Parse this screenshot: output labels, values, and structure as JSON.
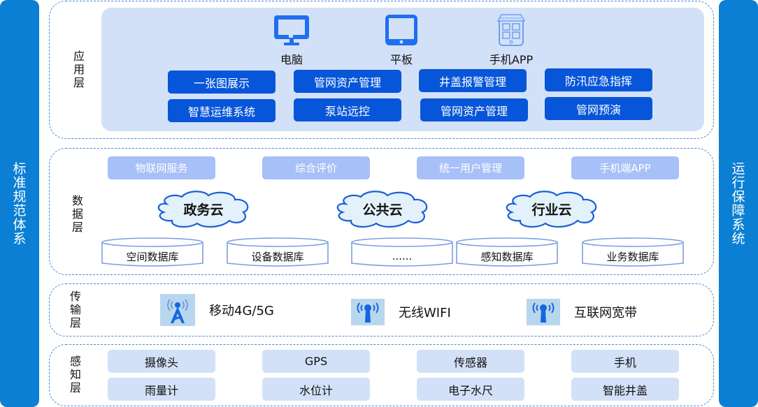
{
  "left_bar": {
    "label": "标准规范体系"
  },
  "right_bar": {
    "label": "运行保障系统"
  },
  "application_layer": {
    "label": "应用层",
    "devices": [
      {
        "icon": "monitor-icon",
        "label": "电脑"
      },
      {
        "icon": "tablet-icon",
        "label": "平板"
      },
      {
        "icon": "mobile-app-icon",
        "label": "手机APP"
      }
    ],
    "buttons_row1": [
      "一张图展示",
      "管网资产管理",
      "井盖报警管理",
      "防汛应急指挥"
    ],
    "buttons_row2": [
      "智慧运维系统",
      "泵站远控",
      "管网资产管理",
      "管网预演"
    ],
    "colors": {
      "panel": "#d3e1f8",
      "button": "#0755d9"
    }
  },
  "data_layer": {
    "label": "数据层",
    "services": [
      "物联网服务",
      "综合评价",
      "统一用户管理",
      "手机端APP"
    ],
    "clouds": [
      "政务云",
      "公共云",
      "行业云"
    ],
    "databases": [
      "空间数据库",
      "设备数据库",
      "......",
      "感知数据库",
      "业务数据库"
    ],
    "colors": {
      "service": "#a7c0f7",
      "cloud_fill": "#e3f1fb",
      "cloud_stroke": "#1a5fd6"
    }
  },
  "transport_layer": {
    "label": "传输层",
    "items": [
      {
        "icon": "cell-tower-icon",
        "label": "移动4G/5G"
      },
      {
        "icon": "wifi-antenna-icon",
        "label": "无线WIFI"
      },
      {
        "icon": "broadband-antenna-icon",
        "label": "互联网宽带"
      }
    ]
  },
  "sensing_layer": {
    "label": "感知层",
    "row1": [
      "摄像头",
      "GPS",
      "传感器",
      "手机"
    ],
    "row2": [
      "雨量计",
      "水位计",
      "电子水尺",
      "智能井盖"
    ]
  },
  "colors": {
    "side_bar": "#0b7fd3",
    "dashed_border": "#4f86d6"
  }
}
